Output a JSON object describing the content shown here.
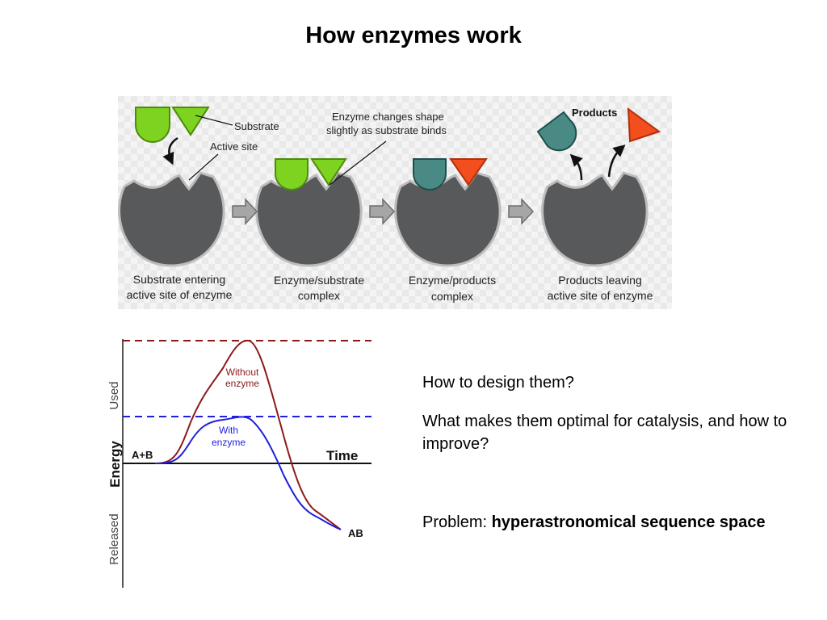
{
  "title": "How enzymes work",
  "diagram": {
    "labels": {
      "substrate": "Substrate",
      "active_site": "Active site",
      "enzyme_change_1": "Enzyme changes shape",
      "enzyme_change_2": "slightly as substrate binds",
      "products": "Products"
    },
    "steps": [
      {
        "line1": "Substrate entering",
        "line2": "active site of enzyme"
      },
      {
        "line1": "Enzyme/substrate",
        "line2": "complex"
      },
      {
        "line1": "Enzyme/products",
        "line2": "complex"
      },
      {
        "line1": "Products leaving",
        "line2": "active site of enzyme"
      }
    ],
    "colors": {
      "enzyme": "#58595b",
      "substrate": "#7ed321",
      "product_a": "#4a8a85",
      "product_b": "#f24e1e",
      "arrow": "#a6a6a6"
    }
  },
  "energy_chart": {
    "axis_y_label": "Energy",
    "axis_y_used": "Used",
    "axis_y_released": "Released",
    "axis_x_label": "Time",
    "start_label": "A+B",
    "end_label": "AB",
    "without_line1": "Without",
    "without_line2": "enzyme",
    "with_line1": "With",
    "with_line2": "enzyme",
    "colors": {
      "without": "#8b1a1a",
      "with": "#1f1fdd"
    }
  },
  "text": {
    "q1": "How to design them?",
    "q2": "What makes them optimal for catalysis, and how to improve?",
    "problem_prefix": "Problem: ",
    "problem_bold": "hyperastronomical sequence space"
  }
}
